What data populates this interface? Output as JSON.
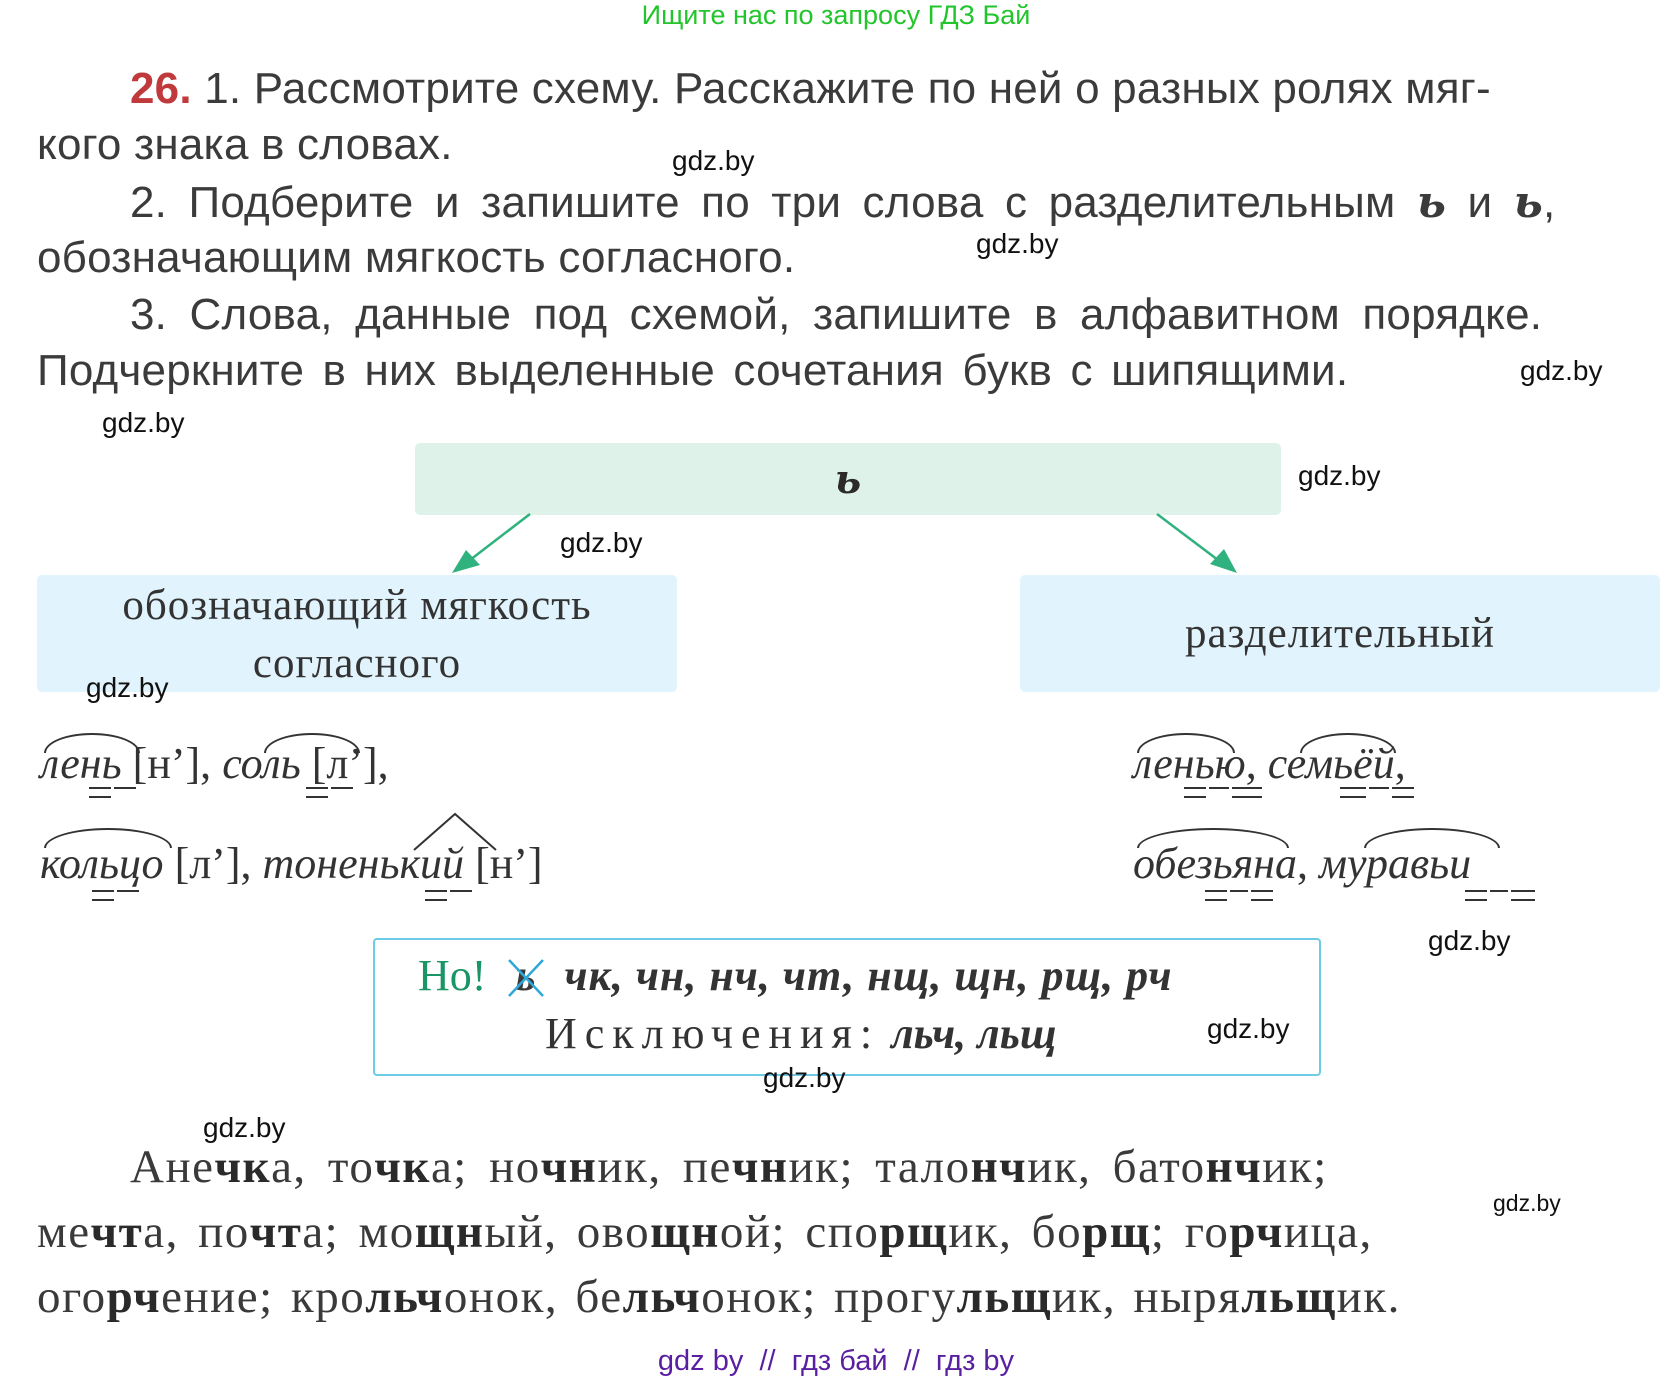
{
  "banner": {
    "text": "Ищите нас по запросу ГДЗ Бай"
  },
  "task": {
    "number": "26.",
    "line1": "1. Рассмотрите схему. Расскажите по ней о разных ролях мяг-",
    "line2": "кого знака в словах.",
    "line3_pre": "2. Подберите и запишите по три слова с разделительным ",
    "soft_sign": "ь",
    "line3_mid": " и ",
    "line3_post": ",",
    "line4": "обозначающим мягкость согласного.",
    "line5": "3. Слова, данные под схемой, запишите в алфавитном порядке.",
    "line6": "Подчеркните в них выделенные сочетания букв с шипящими."
  },
  "scheme": {
    "root": "ь",
    "left_label_1": "обозначающий мягкость",
    "left_label_2": "согласного",
    "right_label": "разделительный",
    "arrow_color": "#2fb27e",
    "left_examples": {
      "w1": "лень",
      "s1": " [н’], ",
      "w2": "соль",
      "s2": " [л’],",
      "w3": "кольцо",
      "s3": " [л’], ",
      "w4": "тоненький",
      "s4": " [н’]"
    },
    "right_examples": {
      "w1": "ленью",
      "s1": ", ",
      "w2": "семьёй",
      "s2": ",",
      "w3": "обезьяна",
      "s3": ", ",
      "w4": "муравьи"
    }
  },
  "note": {
    "but": "Но!",
    "crossed_sign": "ь",
    "combos": "чк, чн, нч, чт, нщ, щн, рщ, рч",
    "exceptions_label": "Исключения:",
    "exceptions": "льч, льщ",
    "border_color": "#6ccbe6"
  },
  "words": {
    "line1": [
      {
        "t": "Ане"
      },
      {
        "t": "чк",
        "b": true
      },
      {
        "t": "а, то"
      },
      {
        "t": "чк",
        "b": true
      },
      {
        "t": "а; но"
      },
      {
        "t": "чн",
        "b": true
      },
      {
        "t": "ик, пе"
      },
      {
        "t": "чн",
        "b": true
      },
      {
        "t": "ик; тало"
      },
      {
        "t": "нч",
        "b": true
      },
      {
        "t": "ик, бато"
      },
      {
        "t": "нч",
        "b": true
      },
      {
        "t": "ик;"
      }
    ],
    "line2": [
      {
        "t": "ме"
      },
      {
        "t": "чт",
        "b": true
      },
      {
        "t": "а, по"
      },
      {
        "t": "чт",
        "b": true
      },
      {
        "t": "а; мо"
      },
      {
        "t": "щн",
        "b": true
      },
      {
        "t": "ый, ово"
      },
      {
        "t": "щн",
        "b": true
      },
      {
        "t": "ой; спо"
      },
      {
        "t": "рщ",
        "b": true
      },
      {
        "t": "ик, бо"
      },
      {
        "t": "рщ",
        "b": true
      },
      {
        "t": "; го"
      },
      {
        "t": "рч",
        "b": true
      },
      {
        "t": "ица,"
      }
    ],
    "line3": [
      {
        "t": "ого"
      },
      {
        "t": "рч",
        "b": true
      },
      {
        "t": "ение; кро"
      },
      {
        "t": "льч",
        "b": true
      },
      {
        "t": "онок, бе"
      },
      {
        "t": "льч",
        "b": true
      },
      {
        "t": "онок; прогу"
      },
      {
        "t": "льщ",
        "b": true
      },
      {
        "t": "ик, ныря"
      },
      {
        "t": "льщ",
        "b": true
      },
      {
        "t": "ик."
      }
    ]
  },
  "watermarks": {
    "text": "gdz.by"
  },
  "footer": {
    "text": "gdz by  //  гдз бай  //  гдз by"
  }
}
